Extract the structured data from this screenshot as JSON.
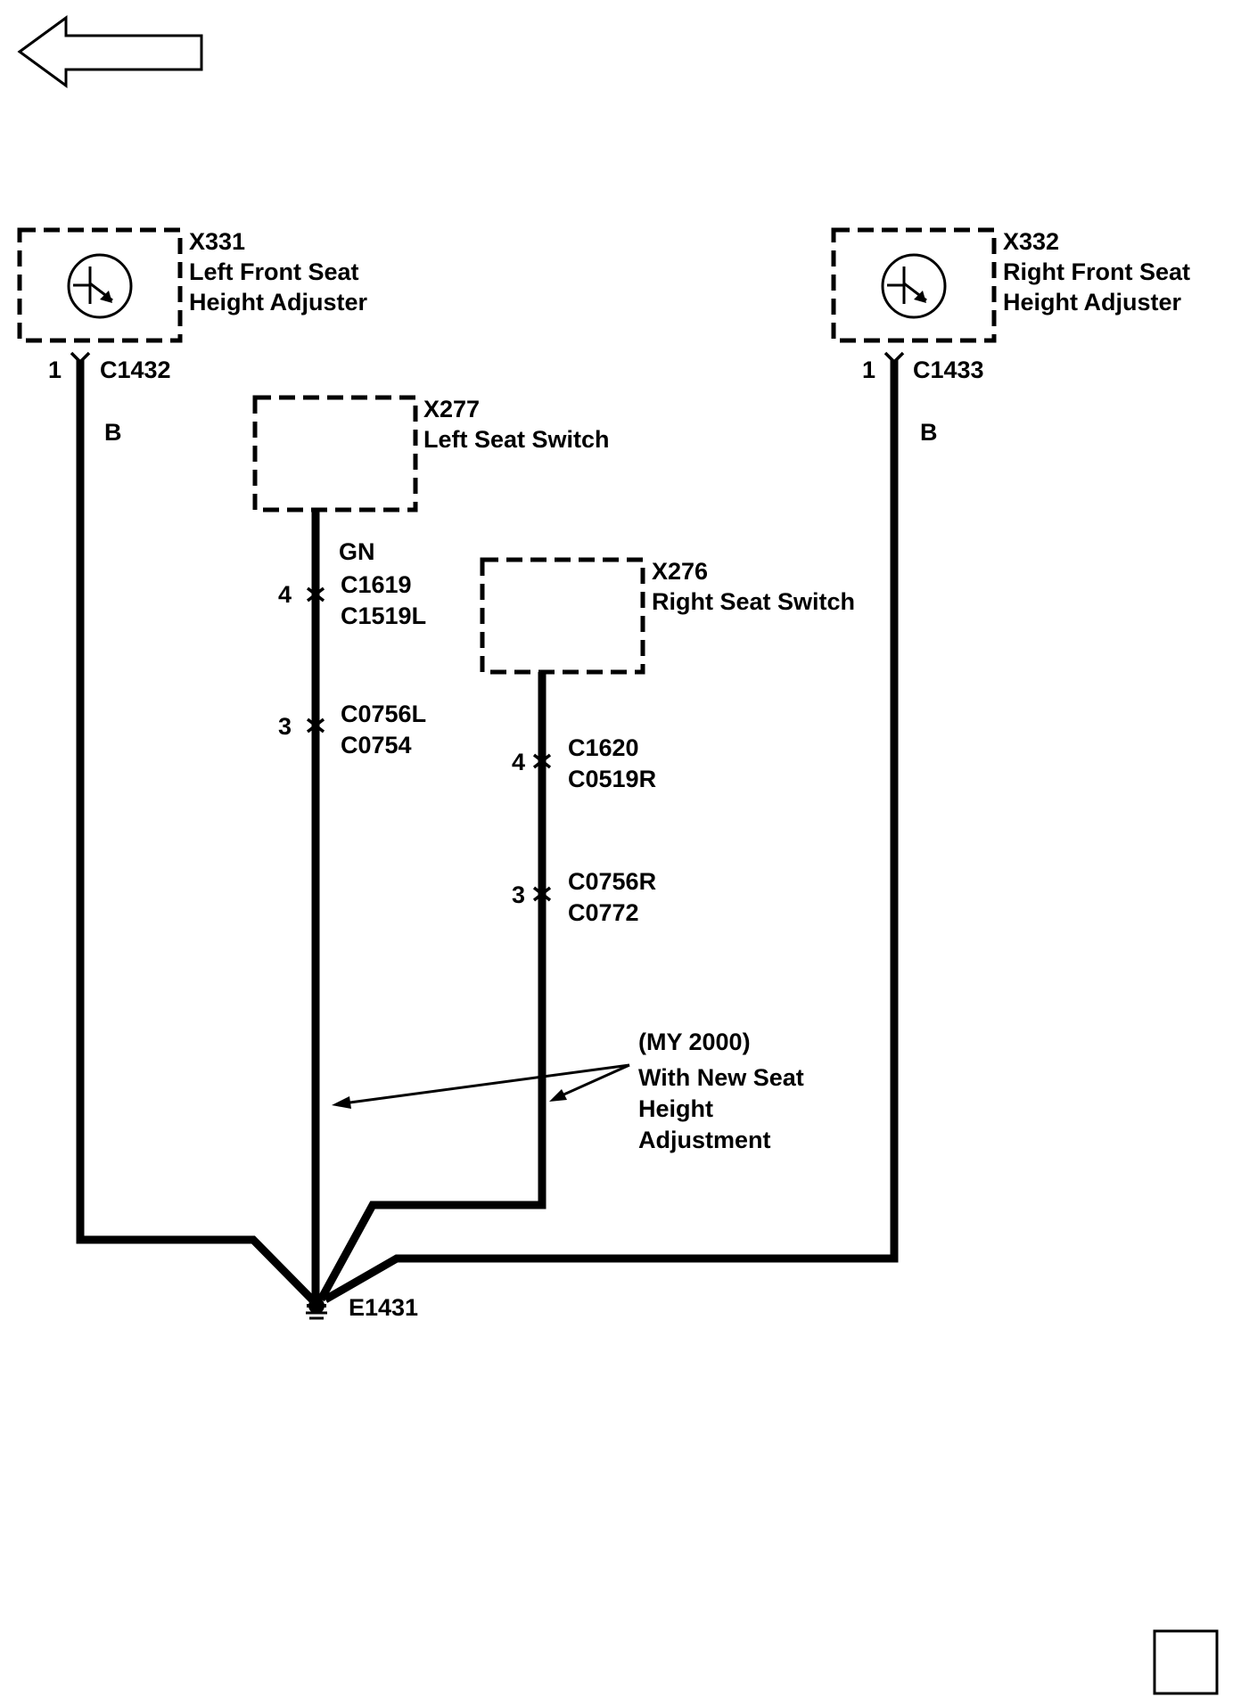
{
  "components": {
    "x331": {
      "id": "X331",
      "line1": "Left Front Seat",
      "line2": "Height Adjuster",
      "pin": "1",
      "connector": "C1432"
    },
    "x332": {
      "id": "X332",
      "line1": "Right Front Seat",
      "line2": "Height Adjuster",
      "pin": "1",
      "connector": "C1433"
    },
    "x277": {
      "id": "X277",
      "name": "Left Seat Switch"
    },
    "x276": {
      "id": "X276",
      "name": "Right Seat Switch"
    }
  },
  "wires": {
    "left_color": "B",
    "right_color": "B",
    "left_switch_color": "GN"
  },
  "inline_connectors": {
    "left_upper": {
      "pin": "4",
      "line1": "C1619",
      "line2": "C1519L"
    },
    "left_lower": {
      "pin": "3",
      "line1": "C0756L",
      "line2": "C0754"
    },
    "right_upper": {
      "pin": "4",
      "line1": "C1620",
      "line2": "C0519R"
    },
    "right_lower": {
      "pin": "3",
      "line1": "C0756R",
      "line2": "C0772"
    }
  },
  "ground": {
    "id": "E1431"
  },
  "note": {
    "line1": "(MY 2000)",
    "line2": "With New Seat",
    "line3": "Height",
    "line4": "Adjustment"
  },
  "colors": {
    "ink": "#000000",
    "background": "#ffffff"
  },
  "icons": {
    "back": "back-arrow-icon",
    "motor": "motor-symbol-icon",
    "ground": "ground-symbol-icon",
    "page": "page-box-icon"
  }
}
